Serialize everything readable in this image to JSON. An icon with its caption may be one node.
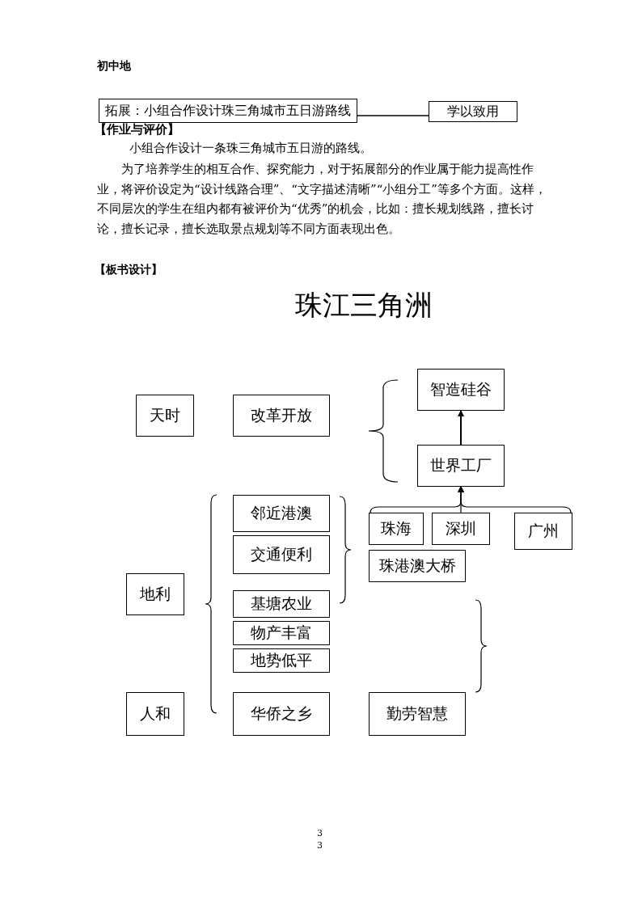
{
  "diagram": {
    "title": "珠江三角洲",
    "nodes": [
      {
        "text": [
          "拓展：小组合作设计珠三角城市五日游路线"
        ]
      },
      {
        "text": [
          "学以致用"
        ]
      },
      {
        "text": [
          "智造硅谷"
        ]
      },
      {
        "text": [
          "天时"
        ]
      },
      {
        "text": [
          "改革开放"
        ]
      },
      {
        "text": [
          "世界工厂"
        ]
      },
      {
        "text": [
          "邻近港澳"
        ]
      },
      {
        "text": [
          "珠海"
        ]
      },
      {
        "text": [
          "深圳"
        ]
      },
      {
        "text": [
          "广州"
        ]
      },
      {
        "text": [
          "交通便利"
        ]
      },
      {
        "text": [
          "珠港澳大桥"
        ]
      },
      {
        "text": [
          "地利"
        ]
      },
      {
        "text": [
          "基塘农业"
        ]
      },
      {
        "text": [
          "物产丰富"
        ]
      },
      {
        "text": [
          "地势低平"
        ]
      },
      {
        "text": [
          "人和"
        ]
      },
      {
        "text": [
          "华侨之乡"
        ]
      },
      {
        "text": [
          "勤劳智慧"
        ]
      }
    ],
    "edges": [
      {
        "from": 0,
        "to": 1,
        "arrow": "none"
      },
      {
        "from": 5,
        "to": 2,
        "arrow": "to"
      },
      {
        "from": 7,
        "to": 5,
        "arrow": "to"
      },
      {
        "from": 8,
        "to": 5,
        "arrow": "to"
      },
      {
        "from": 9,
        "to": 5,
        "arrow": "to"
      }
    ],
    "labels": [
      "初中地",
      "【作业与评价】",
      "小组合作设计一条珠三角城市五日游的路线。",
      "为了培养学生的相互合作、探究能力，对于拓展部分的作业属于能力提高性作业，将评价设定为“设计线路合理”、“文字描述清晰”“小组分工”等多个方面。这样，不同层次的学生在组内都有被评价为“优秀”的机会，比如：擅长规划线路，擅长讨论，擅长记录，擅长选取景点规划等不同方面表现出色。",
      "【板书设计】",
      "3",
      "3"
    ]
  }
}
